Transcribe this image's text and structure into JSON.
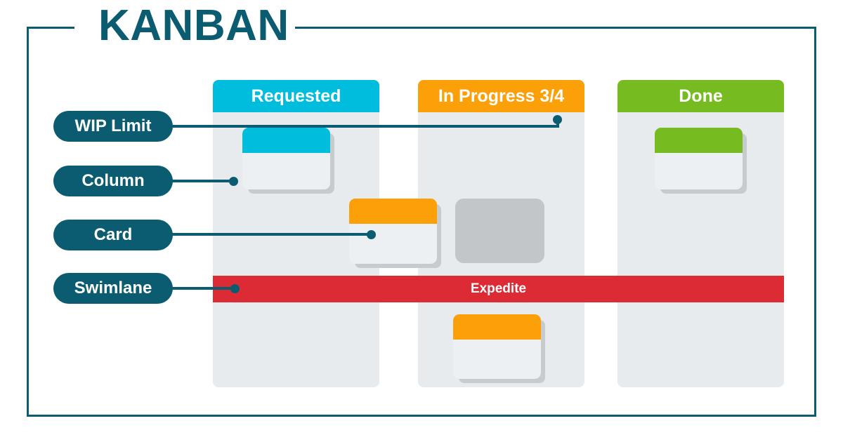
{
  "title": "KANBAN",
  "colors": {
    "teal": "#0B5C70",
    "cyan": "#00BCDD",
    "orange": "#FCA00A",
    "green": "#76BC21",
    "red": "#DC2B35",
    "column_bg": "#E7EBED",
    "card_bg": "#EDF0F2",
    "card_shadow": "#C6CBCE",
    "gray_card": "#C2C6C9",
    "page_bg": "#FFFFFF"
  },
  "board": {
    "columns": [
      {
        "id": "requested",
        "label": "Requested",
        "header_color": "#00BCDD"
      },
      {
        "id": "in-progress",
        "label": "In Progress 3/4",
        "header_color": "#FCA00A"
      },
      {
        "id": "done",
        "label": "Done",
        "header_color": "#76BC21"
      }
    ],
    "swimlane": {
      "label": "Expedite",
      "color": "#DC2B35"
    },
    "cards": [
      {
        "id": "card-requested-1",
        "column": "requested",
        "strip_color": "#00BCDD"
      },
      {
        "id": "card-straddle-1",
        "column": "requested",
        "strip_color": "#FCA00A"
      },
      {
        "id": "card-inprogress-gray",
        "column": "in-progress",
        "strip_color": "#C2C6C9"
      },
      {
        "id": "card-inprogress-2",
        "column": "in-progress",
        "strip_color": "#FCA00A"
      },
      {
        "id": "card-done-1",
        "column": "done",
        "strip_color": "#76BC21"
      }
    ]
  },
  "callouts": [
    {
      "id": "wip-limit",
      "label": "WIP Limit",
      "target": "in-progress-column-header"
    },
    {
      "id": "column",
      "label": "Column",
      "target": "requested-column"
    },
    {
      "id": "card",
      "label": "Card",
      "target": "orange-card"
    },
    {
      "id": "swimlane",
      "label": "Swimlane",
      "target": "expedite-swimlane"
    }
  ]
}
